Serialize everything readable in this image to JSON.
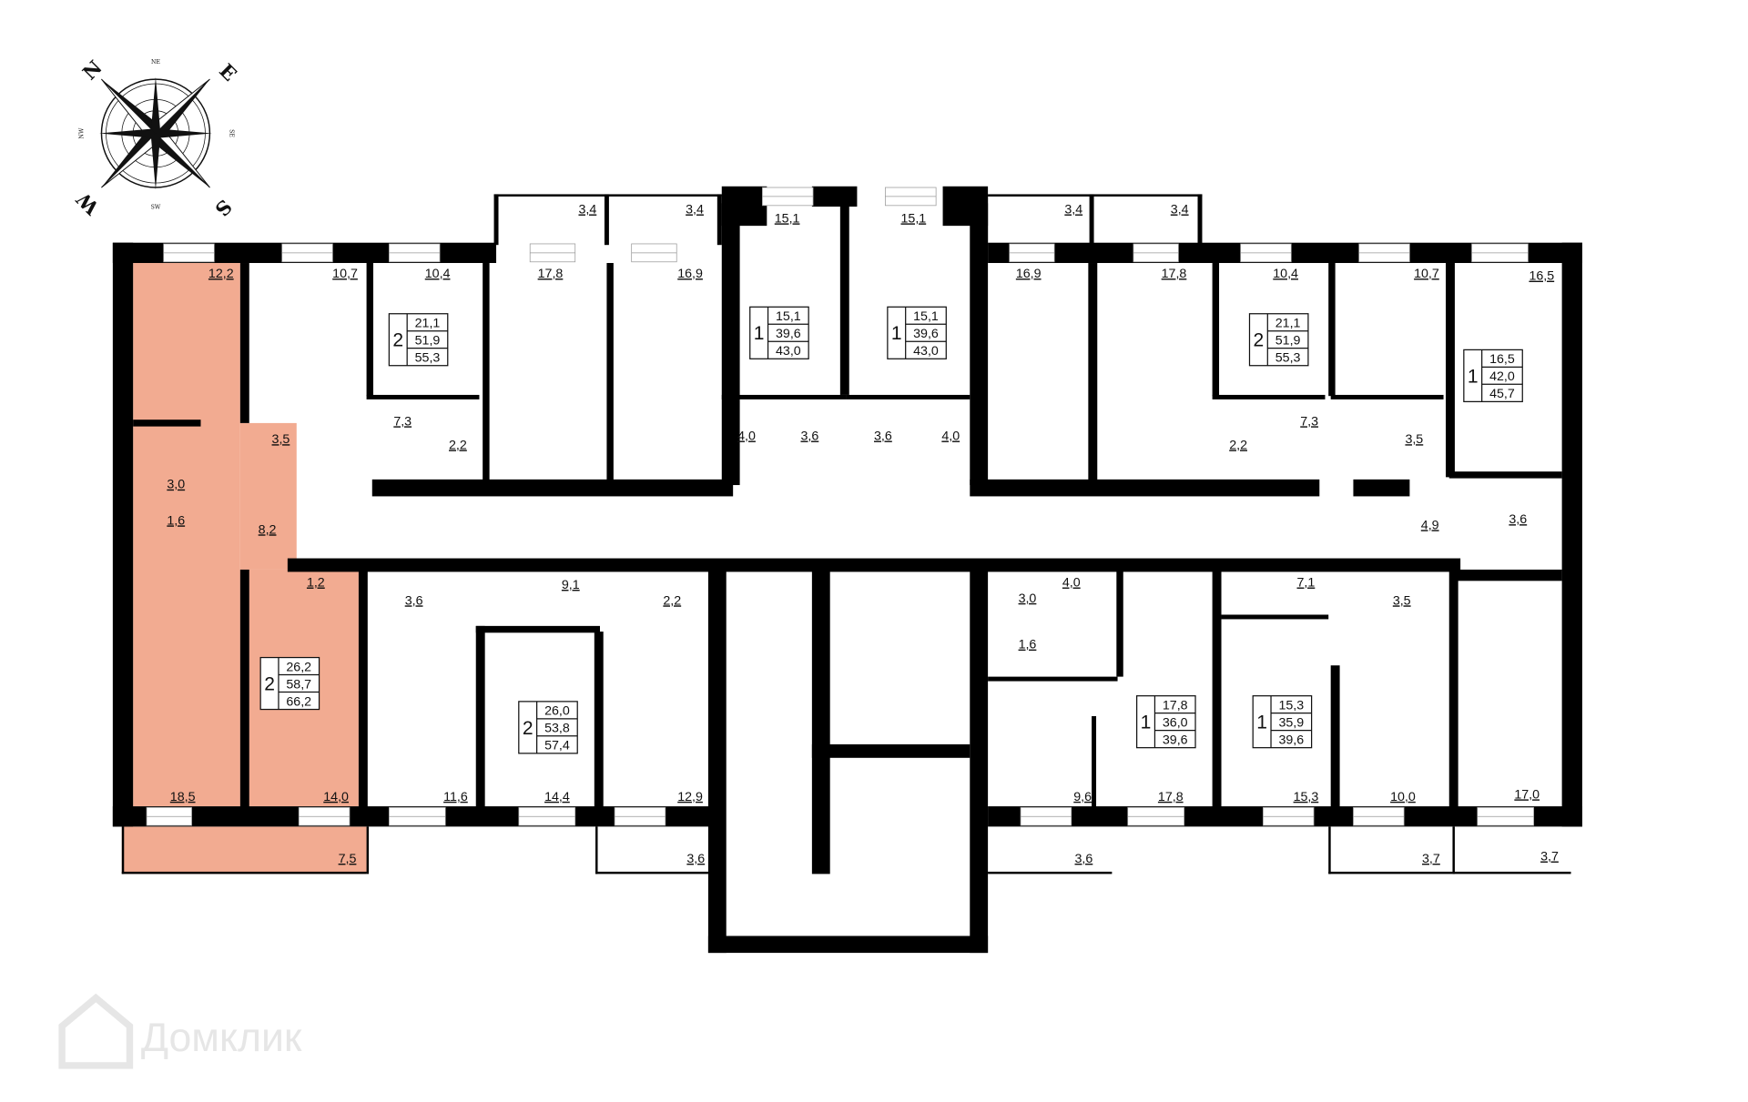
{
  "compass": {
    "n": "N",
    "e": "E",
    "s": "S",
    "w": "W",
    "ne": "NE",
    "se": "SE",
    "sw": "SW",
    "nw": "NW"
  },
  "watermark": "Домклик",
  "colors": {
    "highlight": "#F2AB91",
    "wall": "#000000",
    "background": "#ffffff"
  },
  "room_areas": [
    "12,2",
    "10,7",
    "10,4",
    "17,8",
    "16,9",
    "15,1",
    "15,1",
    "16,9",
    "17,8",
    "10,4",
    "10,7",
    "16,5",
    "3,4",
    "3,4",
    "3,4",
    "3,4",
    "7,3",
    "3,5",
    "2,2",
    "3,0",
    "1,6",
    "8,2",
    "4,0",
    "3,6",
    "3,6",
    "4,0",
    "7,3",
    "2,2",
    "3,5",
    "4,9",
    "3,6",
    "1,2",
    "9,1",
    "3,6",
    "2,2",
    "3,0",
    "4,0",
    "1,6",
    "7,1",
    "3,5",
    "18,5",
    "14,0",
    "11,6",
    "14,4",
    "12,9",
    "9,6",
    "17,8",
    "15,3",
    "10,0",
    "17,0",
    "7,5",
    "3,6",
    "3,6",
    "3,7",
    "3,7"
  ],
  "apartments": [
    {
      "rooms": "2",
      "living": "21,1",
      "area": "51,9",
      "total": "55,3",
      "selected": false
    },
    {
      "rooms": "1",
      "living": "15,1",
      "area": "39,6",
      "total": "43,0",
      "selected": false
    },
    {
      "rooms": "1",
      "living": "15,1",
      "area": "39,6",
      "total": "43,0",
      "selected": false
    },
    {
      "rooms": "2",
      "living": "21,1",
      "area": "51,9",
      "total": "55,3",
      "selected": false
    },
    {
      "rooms": "1",
      "living": "16,5",
      "area": "42,0",
      "total": "45,7",
      "selected": false
    },
    {
      "rooms": "2",
      "living": "26,2",
      "area": "58,7",
      "total": "66,2",
      "selected": true
    },
    {
      "rooms": "2",
      "living": "26,0",
      "area": "53,8",
      "total": "57,4",
      "selected": false
    },
    {
      "rooms": "1",
      "living": "17,8",
      "area": "36,0",
      "total": "39,6",
      "selected": false
    },
    {
      "rooms": "1",
      "living": "15,3",
      "area": "35,9",
      "total": "39,6",
      "selected": false
    }
  ]
}
